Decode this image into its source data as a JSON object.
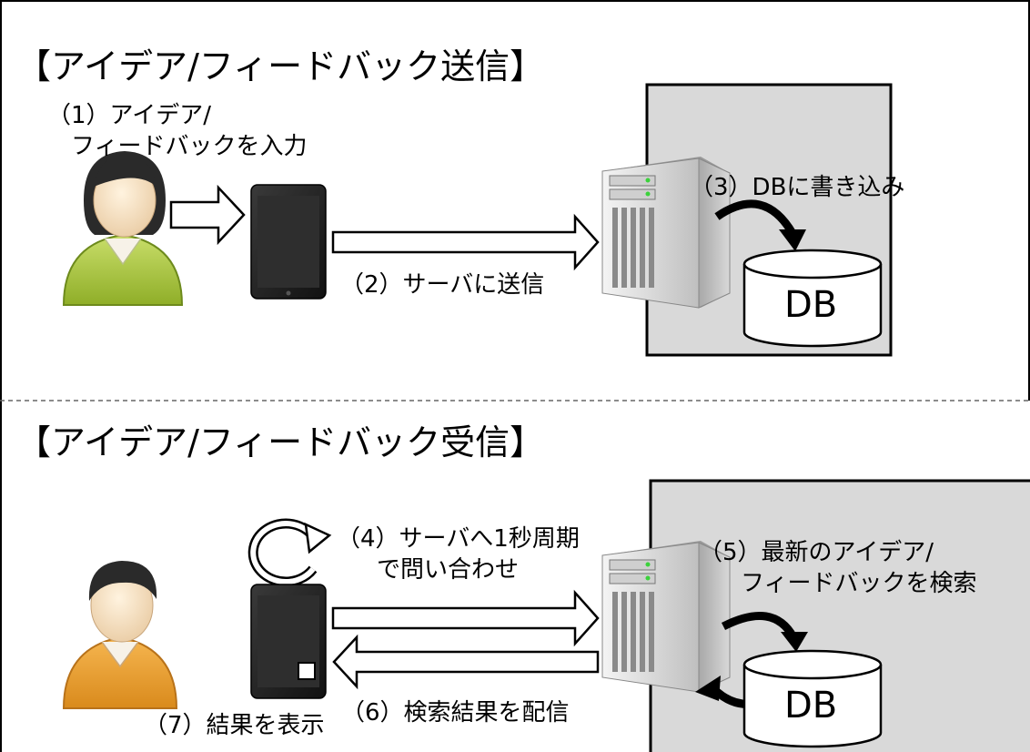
{
  "send_section": {
    "title": "【アイデア/フィードバック送信】",
    "step1": [
      "（1）アイデア/",
      "フィードバックを入力"
    ],
    "step2": "（2）サーバに送信",
    "step3": "（3）DBに書き込み",
    "db_label": "DB"
  },
  "receive_section": {
    "title": "【アイデア/フィードバック受信】",
    "step4": [
      "（4）サーバへ1秒周期",
      "で問い合わせ"
    ],
    "step5": [
      "（5）最新のアイデア/",
      "フィードバックを検索"
    ],
    "step6": "（6）検索結果を配信",
    "step7": "（7）結果を表示",
    "db_label": "DB"
  },
  "colors": {
    "server_area": "#d9d9d9",
    "user_send_shirt": "#a7c33a",
    "user_receive_shirt": "#e59a2e",
    "tablet": "#1f1f1f"
  },
  "icons": [
    "user-icon",
    "tablet-icon",
    "server-icon",
    "database-icon",
    "refresh-icon",
    "arrow-icon"
  ]
}
